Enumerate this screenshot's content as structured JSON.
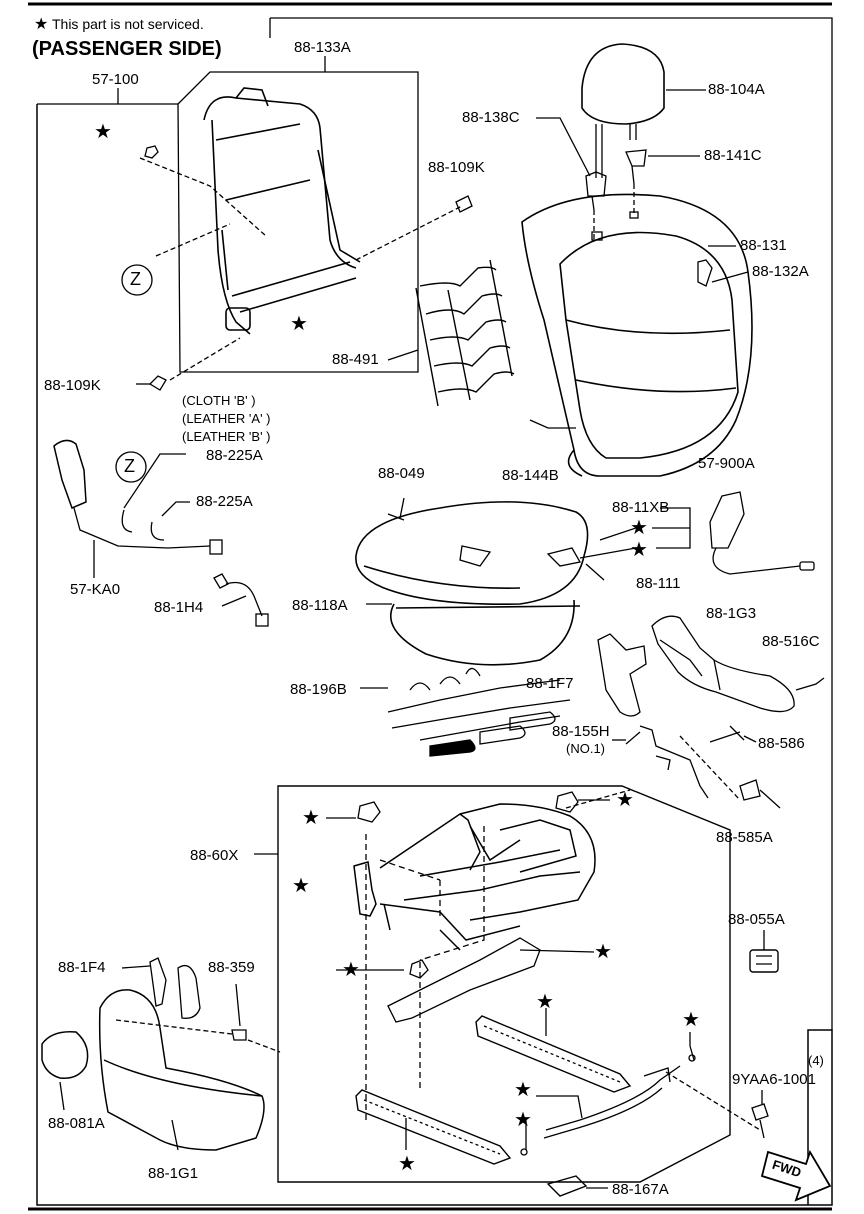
{
  "header": {
    "note": "This part is not serviced.",
    "side": "(PASSENGER SIDE)"
  },
  "labels": {
    "p57_100": "57-100",
    "p88_133A": "88-133A",
    "p88_104A": "88-104A",
    "p88_138C": "88-138C",
    "p88_141C": "88-141C",
    "p88_109K_top": "88-109K",
    "p88_131": "88-131",
    "p88_132A": "88-132A",
    "p88_491": "88-491",
    "p88_109K_bottom": "88-109K",
    "p88_144B": "88-144B",
    "p57_900A": "57-900A",
    "p88_225A_1": "88-225A",
    "p88_225A_2": "88-225A",
    "p88_049": "88-049",
    "p88_11XB": "88-11XB",
    "p88_111": "88-111",
    "p57_KA0": "57-KA0",
    "p88_1H4": "88-1H4",
    "p88_118A": "88-118A",
    "p88_1G3": "88-1G3",
    "p88_516C": "88-516C",
    "p88_1F7": "88-1F7",
    "p88_196B": "88-196B",
    "p88_155H": "88-155H",
    "p88_155H_sub": "(NO.1)",
    "p88_586": "88-586",
    "p88_585A": "88-585A",
    "p88_60X": "88-60X",
    "p88_055A": "88-055A",
    "p88_1F4": "88-1F4",
    "p88_359": "88-359",
    "p9YAA6_qty": "(4)",
    "p9YAA6": "9YAA6-1001",
    "p88_081A": "88-081A",
    "p88_1G1": "88-1G1",
    "p88_167A": "88-167A"
  },
  "variants": [
    "(CLOTH 'B' )",
    "(LEATHER 'A' )",
    "(LEATHER 'B' )"
  ],
  "callouts": {
    "z": "Z"
  },
  "fwd": "FWD",
  "star_symbol": "★"
}
